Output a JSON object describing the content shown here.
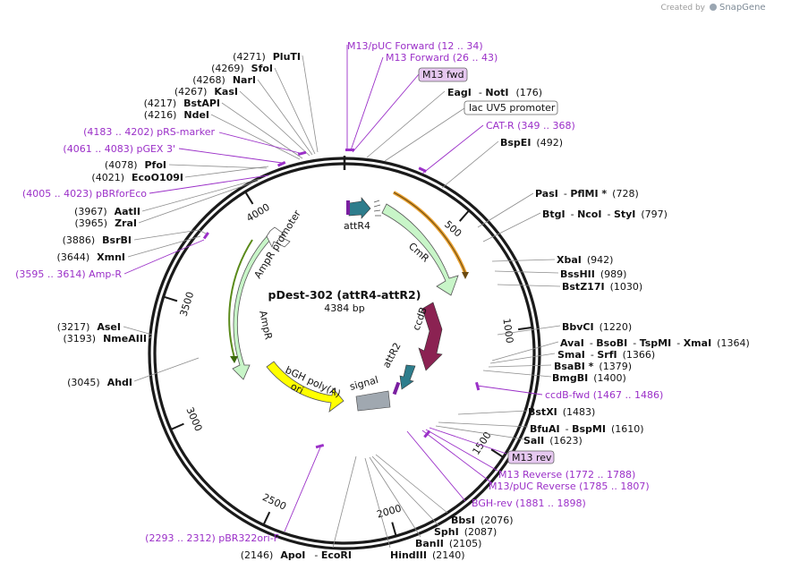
{
  "brand": {
    "created_by": "Created by",
    "name": "SnapGene"
  },
  "map": {
    "name": "pDest-302 (attR4-attR2)",
    "length_label": "4384 bp",
    "total_bp": 4384
  },
  "ticks": [
    {
      "bp": 500,
      "label": "500"
    },
    {
      "bp": 1000,
      "label": "1000"
    },
    {
      "bp": 1500,
      "label": "1500"
    },
    {
      "bp": 2000,
      "label": "2000"
    },
    {
      "bp": 2500,
      "label": "2500"
    },
    {
      "bp": 3000,
      "label": "3000"
    },
    {
      "bp": 3500,
      "label": "3500"
    },
    {
      "bp": 4000,
      "label": "4000"
    }
  ],
  "features": [
    {
      "label": "attR4",
      "color": "#2e7d8c"
    },
    {
      "label": "CmR",
      "color": "#c8f5c8"
    },
    {
      "label": "ccdB",
      "color": "#8b2252"
    },
    {
      "label": "attR2",
      "color": "#2e7d8c"
    },
    {
      "label": "signal",
      "color": "#a0a8b0"
    },
    {
      "label": "bGH poly(A)",
      "color": "#ffffff"
    },
    {
      "label": "ori",
      "color": "#ffff00"
    },
    {
      "label": "AmpR",
      "color": "#c8f5c8"
    },
    {
      "label": "AmpR promoter",
      "color": "#ffffff"
    }
  ],
  "sites": [
    {
      "key": "plut1",
      "kind": "enzyme",
      "coord": "(4271)",
      "name": "PluTI"
    },
    {
      "key": "sfoi",
      "kind": "enzyme",
      "coord": "(4269)",
      "name": "SfoI"
    },
    {
      "key": "nari",
      "kind": "enzyme",
      "coord": "(4268)",
      "name": "NarI"
    },
    {
      "key": "kasi",
      "kind": "enzyme",
      "coord": "(4267)",
      "name": "KasI"
    },
    {
      "key": "bstapi",
      "kind": "enzyme",
      "coord": "(4217)",
      "name": "BstAPI"
    },
    {
      "key": "ndei",
      "kind": "enzyme",
      "coord": "(4216)",
      "name": "NdeI"
    },
    {
      "key": "prsmarker",
      "kind": "primer",
      "text": "(4183 .. 4202)  pRS-marker"
    },
    {
      "key": "pgex3",
      "kind": "primer",
      "text": "(4061 .. 4083)  pGEX 3'"
    },
    {
      "key": "pfoi",
      "kind": "enzyme",
      "coord": "(4078)",
      "name": "PfoI"
    },
    {
      "key": "eco0109i",
      "kind": "enzyme",
      "coord": "(4021)",
      "name": "EcoO109I"
    },
    {
      "key": "pbrforeco",
      "kind": "primer",
      "text": "(4005 .. 4023)  pBRforEco"
    },
    {
      "key": "aatii",
      "kind": "enzyme",
      "coord": "(3967)",
      "name": "AatII"
    },
    {
      "key": "zrai",
      "kind": "enzyme",
      "coord": "(3965)",
      "name": "ZraI"
    },
    {
      "key": "bsrbi",
      "kind": "enzyme",
      "coord": "(3886)",
      "name": "BsrBI"
    },
    {
      "key": "xmni",
      "kind": "enzyme",
      "coord": "(3644)",
      "name": "XmnI"
    },
    {
      "key": "ampr",
      "kind": "primer",
      "text": "(3595 .. 3614)  Amp-R"
    },
    {
      "key": "asei",
      "kind": "enzyme",
      "coord": "(3217)",
      "name": "AseI"
    },
    {
      "key": "nmeaiii",
      "kind": "enzyme",
      "coord": "(3193)",
      "name": "NmeAIII"
    },
    {
      "key": "ahdi",
      "kind": "enzyme",
      "coord": "(3045)",
      "name": "AhdI"
    },
    {
      "key": "pbr322ori",
      "kind": "primer",
      "text": "(2293 .. 2312)  pBR322ori-F"
    },
    {
      "key": "apoi",
      "kind": "enzyme",
      "coord": "(2146)",
      "name": "ApoI",
      "extra": "EcoRI"
    },
    {
      "key": "hindiii",
      "kind": "enzyme",
      "name": "HindIII",
      "coord_after": "(2140)"
    },
    {
      "key": "banii",
      "kind": "enzyme",
      "name": "BanII",
      "coord_after": "(2105)"
    },
    {
      "key": "sphi",
      "kind": "enzyme",
      "name": "SphI",
      "coord_after": "(2087)"
    },
    {
      "key": "bbsi",
      "kind": "enzyme",
      "name": "BbsI",
      "coord_after": "(2076)"
    },
    {
      "key": "bghrev",
      "kind": "primer",
      "text": "BGH-rev    (1881 .. 1898)"
    },
    {
      "key": "m13pucrev",
      "kind": "primer",
      "text": "M13/pUC Reverse    (1785 .. 1807)"
    },
    {
      "key": "m13reverse",
      "kind": "primer",
      "text": "M13 Reverse    (1772 .. 1788)"
    },
    {
      "key": "m13revbox",
      "kind": "primerbox",
      "text": "M13 rev"
    },
    {
      "key": "sali",
      "kind": "enzyme",
      "name": "SalI",
      "coord_after": "(1623)"
    },
    {
      "key": "bfuai",
      "kind": "enzyme",
      "name": "BfuAI",
      "extra": "BspMI",
      "coord_after": "(1610)"
    },
    {
      "key": "bstxi",
      "kind": "enzyme",
      "name": "BstXI",
      "coord_after": "(1483)"
    },
    {
      "key": "ccdbfwd",
      "kind": "primer",
      "text": "ccdB-fwd    (1467 .. 1486)"
    },
    {
      "key": "bmgbi",
      "kind": "enzyme",
      "name": "BmgBI",
      "coord_after": "(1400)"
    },
    {
      "key": "bsabi",
      "kind": "enzyme",
      "name": "BsaBI *",
      "coord_after": "(1379)"
    },
    {
      "key": "smai",
      "kind": "enzyme",
      "name": "SmaI",
      "extra": "SrfI",
      "coord_after": "(1366)"
    },
    {
      "key": "avai",
      "kind": "enzyme",
      "name": "AvaI",
      "extra": "BsoBI",
      "extra2": "TspMI",
      "extra3": "XmaI",
      "coord_after": "(1364)"
    },
    {
      "key": "bbvci",
      "kind": "enzyme",
      "name": "BbvCI",
      "coord_after": "(1220)"
    },
    {
      "key": "bstz17i",
      "kind": "enzyme",
      "name": "BstZ17I",
      "coord_after": "(1030)"
    },
    {
      "key": "bsshii",
      "kind": "enzyme",
      "name": "BssHII",
      "coord_after": "(989)"
    },
    {
      "key": "xbai",
      "kind": "enzyme",
      "name": "XbaI",
      "coord_after": "(942)"
    },
    {
      "key": "btgi",
      "kind": "enzyme",
      "name": "BtgI",
      "extra": "NcoI",
      "extra2": "StyI",
      "coord_after": "(797)"
    },
    {
      "key": "pasi",
      "kind": "enzyme",
      "name": "PasI",
      "extra": "PflMI *",
      "coord_after": "(728)"
    },
    {
      "key": "bspei",
      "kind": "enzyme",
      "name": "BspEI",
      "coord_after": "(492)"
    },
    {
      "key": "catr",
      "kind": "primer",
      "text": "CAT-R    (349 .. 368)"
    },
    {
      "key": "lacuv5",
      "kind": "featurebox",
      "text": "lac UV5 promoter"
    },
    {
      "key": "eagi",
      "kind": "enzyme",
      "name": "EagI",
      "extra": "NotI",
      "coord_after": "(176)"
    },
    {
      "key": "m13fwdbox",
      "kind": "primerbox",
      "text": "M13 fwd"
    },
    {
      "key": "m13forward",
      "kind": "primer",
      "text": "M13 Forward    (26 .. 43)"
    },
    {
      "key": "m13pucfwd",
      "kind": "primer",
      "text": "M13/pUC Forward    (12 .. 34)"
    }
  ]
}
